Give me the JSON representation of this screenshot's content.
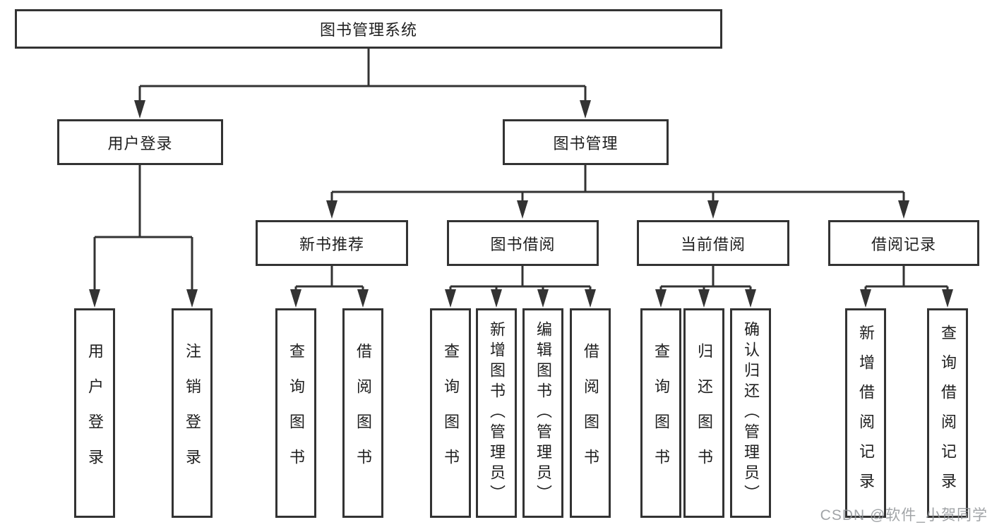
{
  "diagram": {
    "title": "图书管理系统",
    "level2": [
      {
        "label": "用户登录"
      },
      {
        "label": "图书管理"
      }
    ],
    "level3": [
      {
        "label": "新书推荐"
      },
      {
        "label": "图书借阅"
      },
      {
        "label": "当前借阅"
      },
      {
        "label": "借阅记录"
      }
    ],
    "level4": [
      {
        "label": "用户登录",
        "parent": "用户登录"
      },
      {
        "label": "注销登录",
        "parent": "用户登录"
      },
      {
        "label": "查询图书",
        "parent": "新书推荐"
      },
      {
        "label": "借阅图书",
        "parent": "新书推荐"
      },
      {
        "label": "查询图书",
        "parent": "图书借阅"
      },
      {
        "label": "新增图书（管理员）",
        "parent": "图书借阅"
      },
      {
        "label": "编辑图书（管理员）",
        "parent": "图书借阅"
      },
      {
        "label": "借阅图书",
        "parent": "图书借阅"
      },
      {
        "label": "查询图书",
        "parent": "当前借阅"
      },
      {
        "label": "归还图书",
        "parent": "当前借阅"
      },
      {
        "label": "确认归还（管理员）",
        "parent": "当前借阅"
      },
      {
        "label": "新增借阅记录",
        "parent": "借阅记录"
      },
      {
        "label": "查询借阅记录",
        "parent": "借阅记录"
      }
    ],
    "colors": {
      "line": "#333333",
      "box_background": "#ffffff",
      "text": "#1f1f1f",
      "watermark": "#919498"
    },
    "watermark": "CSDN @软件_小贺同学"
  }
}
